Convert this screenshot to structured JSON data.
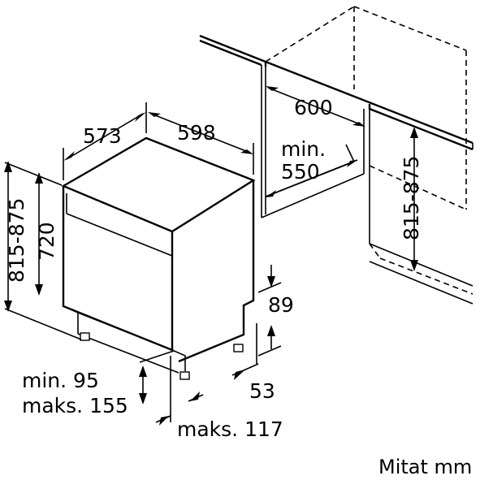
{
  "labels": {
    "depth": "573",
    "width": "598",
    "niche_width": "600",
    "niche_depth_line1": "min.",
    "niche_depth_line2": "550",
    "niche_height": "815-875",
    "total_height": "815-875",
    "body_height": "720",
    "plinth_height": "89",
    "plinth_depth": "53",
    "plinth_recess_line1": "min. 95",
    "plinth_recess_line2": "maks. 155",
    "door_projection": "maks. 117",
    "units_note": "Mitat mm"
  }
}
